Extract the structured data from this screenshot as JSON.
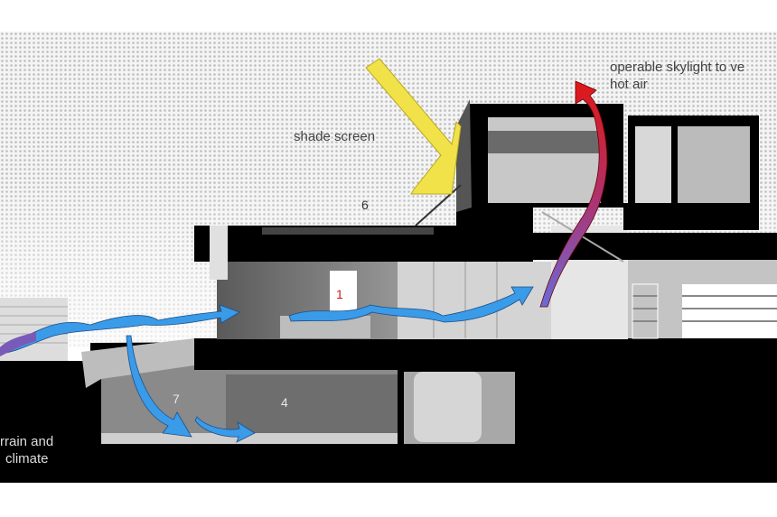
{
  "labels": {
    "shade_screen": "shade screen",
    "skylight_line1": "operable skylight to ve",
    "skylight_line2": "hot air",
    "terrain_line1": "rrain and",
    "terrain_line2": "climate"
  },
  "room_numbers": {
    "roof": "6",
    "living": "1",
    "basement_left": "7",
    "basement": "4"
  },
  "colors": {
    "airflow_cool": "#3a9be8",
    "airflow_warm": "#d81e2a",
    "sun": "#f2e24a",
    "ground": "#000000"
  }
}
